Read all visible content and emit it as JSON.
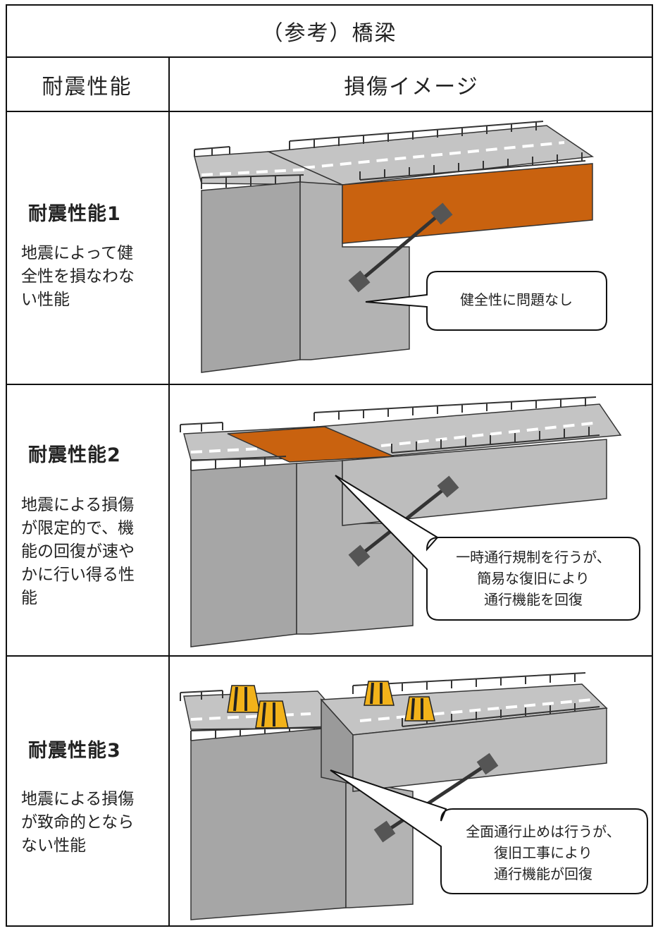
{
  "title": "（参考）橋梁",
  "headers": {
    "performance": "耐震性能",
    "image": "損傷イメージ"
  },
  "levels": [
    {
      "name": "耐震性能1",
      "desc": [
        "地震によって健",
        "全性を損なわな",
        "い性能"
      ],
      "callout": [
        "健全性に問題なし"
      ]
    },
    {
      "name": "耐震性能2",
      "desc": [
        "地震による損傷",
        "が限定的で、機",
        "能の回復が速や",
        "かに行い得る性",
        "能"
      ],
      "callout": [
        "一時通行規制を行うが、",
        "簡易な復旧により",
        "通行機能を回復"
      ]
    },
    {
      "name": "耐震性能3",
      "desc": [
        "地震による損傷",
        "が致命的となら",
        "ない性能"
      ],
      "callout": [
        "全面通行止めは行うが、",
        "復旧工事により",
        "通行機能が回復"
      ]
    }
  ],
  "colors": {
    "damage": "#C9620F",
    "concrete": "#A6A6A6",
    "deck": "#BDBDBD",
    "barricade": "#F2B21A"
  }
}
